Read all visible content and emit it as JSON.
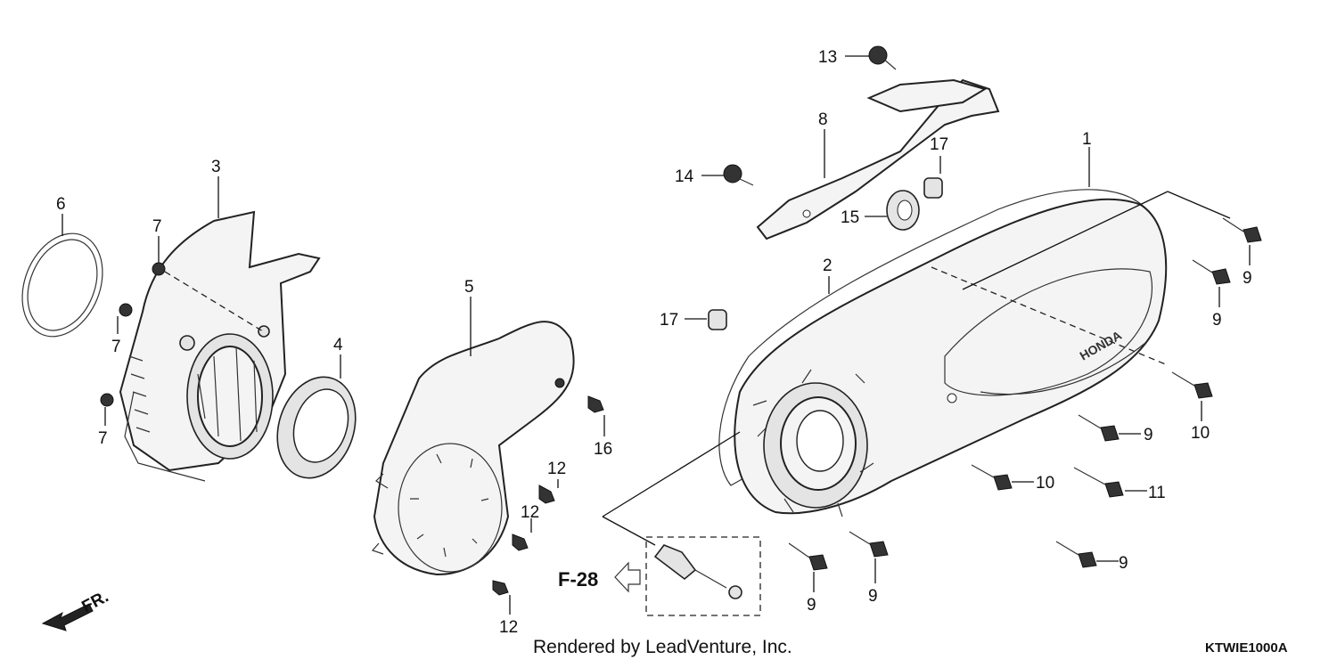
{
  "callouts": {
    "c1": "1",
    "c2": "2",
    "c3": "3",
    "c4": "4",
    "c5": "5",
    "c6": "6",
    "c7a": "7",
    "c7b": "7",
    "c7c": "7",
    "c8": "8",
    "c9a": "9",
    "c9b": "9",
    "c9c": "9",
    "c9d": "9",
    "c9e": "9",
    "c9f": "9",
    "c10a": "10",
    "c10b": "10",
    "c11": "11",
    "c12a": "12",
    "c12b": "12",
    "c12c": "12",
    "c13": "13",
    "c14": "14",
    "c15": "15",
    "c16": "16",
    "c17a": "17",
    "c17b": "17"
  },
  "reference": {
    "label": "F-28"
  },
  "direction": {
    "label": "FR."
  },
  "cover_brand": "HONDA",
  "footer": {
    "credit": "Rendered by LeadVenture, Inc.",
    "code": "KTWIE1000A"
  }
}
